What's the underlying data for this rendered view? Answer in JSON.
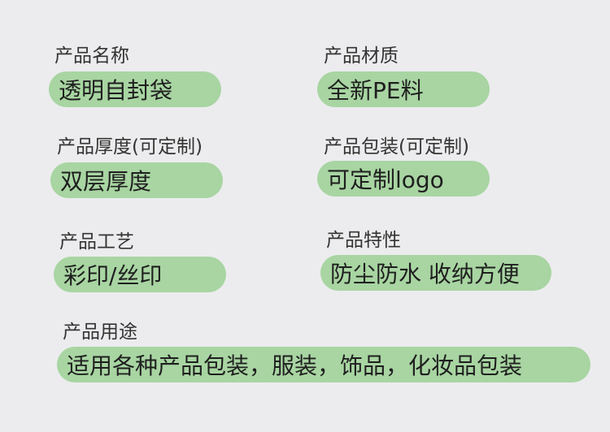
{
  "fields": [
    {
      "label": "产品名称",
      "value": "透明自封袋"
    },
    {
      "label": "产品材质",
      "value": "全新PE料"
    },
    {
      "label": "产品厚度(可定制)",
      "value": "双层厚度"
    },
    {
      "label": "产品包装(可定制)",
      "value": "可定制logo"
    },
    {
      "label": "产品工艺",
      "value": "彩印/丝印"
    },
    {
      "label": "产品特性",
      "value": "防尘防水 收纳方便"
    },
    {
      "label": "产品用途",
      "value": "适用各种产品包装，服装，饰品，化妆品包装"
    }
  ],
  "colors": {
    "background": "#ececee",
    "pill": "#a8d5a2",
    "label_text": "#333333",
    "value_text": "#1f1f1f"
  }
}
